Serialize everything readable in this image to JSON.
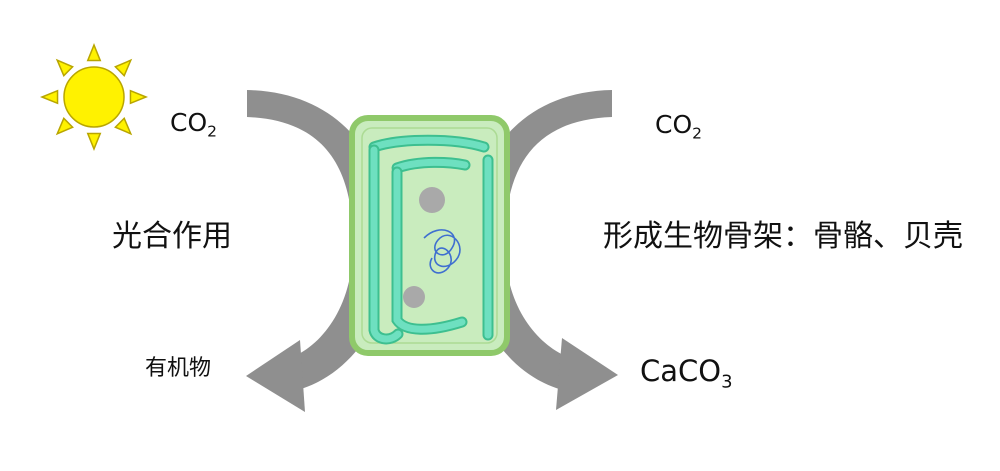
{
  "diagram": {
    "left": {
      "input": {
        "main": "CO",
        "sub": "2"
      },
      "process": "光合作用",
      "output": "有机物"
    },
    "right": {
      "input": {
        "main": "CO",
        "sub": "2"
      },
      "process": "形成生物骨架：骨骼、贝壳",
      "output": {
        "main": "CaCO",
        "sub": "3"
      }
    }
  },
  "colors": {
    "sun_fill": "#fff200",
    "sun_stroke": "#b9a600",
    "arrow": "#8f8f8f",
    "cell_fill": "#c9ecbe",
    "cell_border": "#8fc96a",
    "chloroplast_fill": "#6ee0c0",
    "chloroplast_stroke": "#3dbf90",
    "vacuole": "#a9a9a9",
    "dna": "#3f6fd0"
  },
  "icons": [
    "sun-icon",
    "plant-cell-icon"
  ]
}
